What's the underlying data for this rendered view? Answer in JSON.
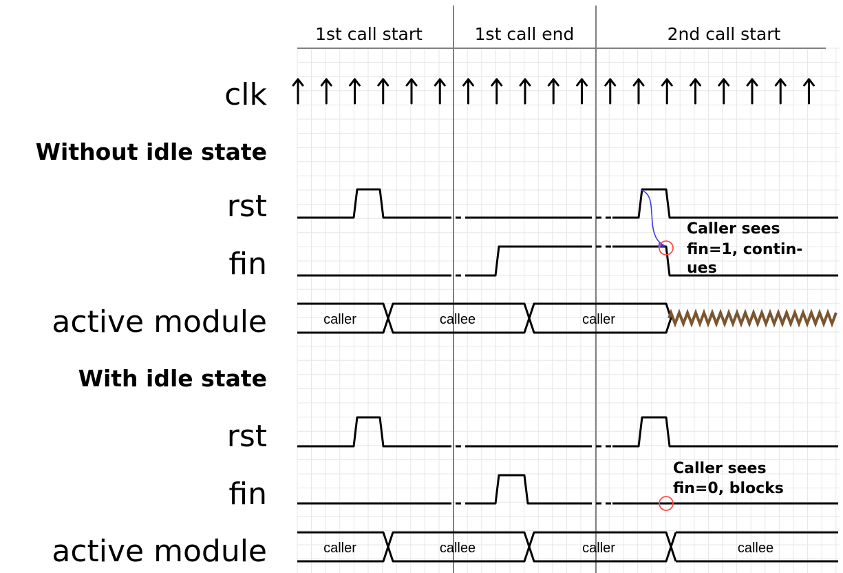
{
  "phases": [
    "1st call start",
    "1st call end",
    "2nd call start"
  ],
  "clock_label": "clk",
  "sections": [
    {
      "heading": "Without idle state",
      "signals": [
        "rst",
        "fin",
        "active module"
      ],
      "bus_values": [
        "caller",
        "callee",
        "caller"
      ],
      "note": [
        "Caller  sees",
        "fin=1,  contin-",
        "ues"
      ]
    },
    {
      "heading": "With idle state",
      "signals": [
        "rst",
        "fin",
        "active module"
      ],
      "bus_values": [
        "caller",
        "callee",
        "caller",
        "callee"
      ],
      "note": [
        "Caller  sees",
        "fin=0,  blocks"
      ]
    }
  ],
  "colors": {
    "grid": "#e6e6e6",
    "phase_divider": "#808080",
    "signal": "#000000",
    "note_marker": "#ff4d4d",
    "cause_arrow": "#3b3bdc",
    "undefined_bus": "#7a5530"
  }
}
